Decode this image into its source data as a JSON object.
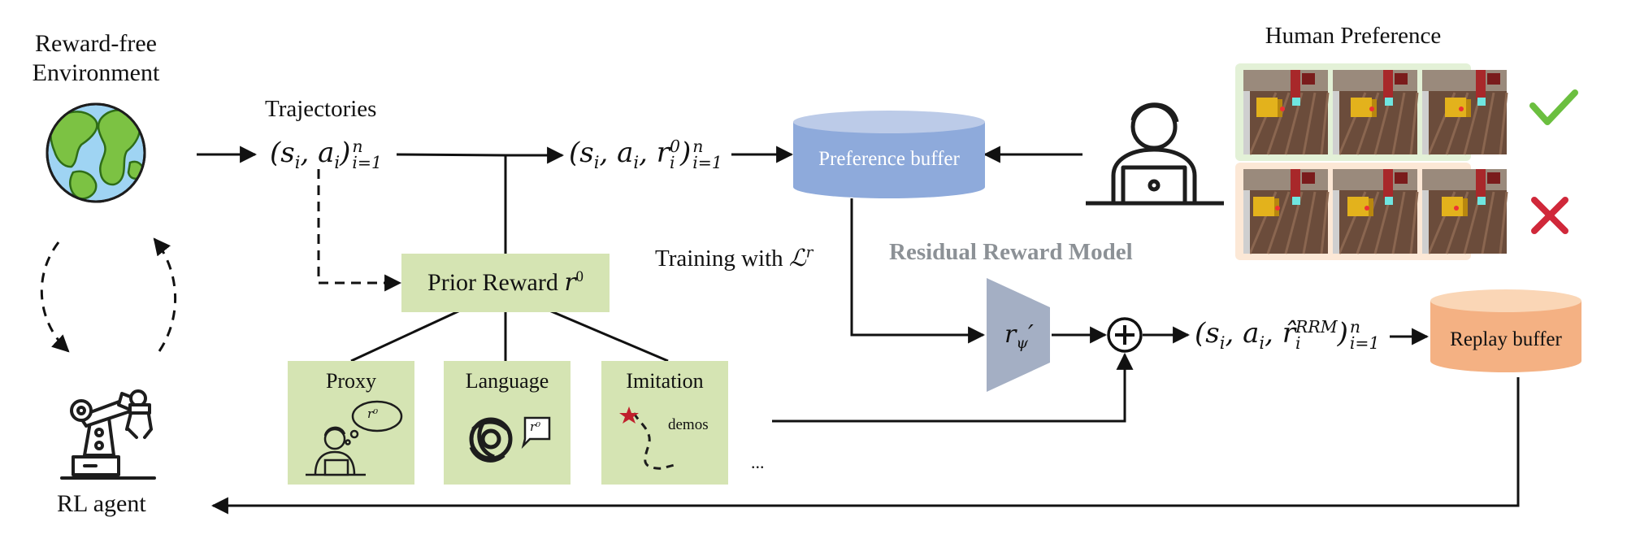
{
  "environment": {
    "label_line1": "Reward-free",
    "label_line2": "Environment"
  },
  "agent": {
    "label": "RL agent"
  },
  "trajectories": {
    "label": "Trajectories"
  },
  "prior_reward": {
    "label": "Prior Reward",
    "symbol": "r",
    "symbol_sup": "0"
  },
  "sources": [
    {
      "label": "Proxy",
      "icon": "thinking-person-icon",
      "bubble": "r⁰"
    },
    {
      "label": "Language",
      "icon": "openai-logo-icon",
      "bubble": "r⁰"
    },
    {
      "label": "Imitation",
      "icon": "demo-path-icon",
      "note": "demos"
    }
  ],
  "ellipsis": "...",
  "preference_buffer": {
    "label": "Preference buffer"
  },
  "replay_buffer": {
    "label": "Replay buffer"
  },
  "human_preference": {
    "title": "Human Preference",
    "rows": [
      {
        "verdict": "check-icon",
        "color": "#e3f1d7"
      },
      {
        "verdict": "cross-icon",
        "color": "#fce8d6"
      }
    ]
  },
  "training": {
    "label": "Training with",
    "loss": "ℒ",
    "loss_sup": "r"
  },
  "residual_model": {
    "title": "Residual Reward Model",
    "symbol": "r",
    "symbol_sub": "ψ",
    "prime": "′"
  },
  "colors": {
    "pref_buffer": "#8eaadb",
    "replay_buffer": "#f4b183",
    "prior_box": "#d5e4b3",
    "residual_trapezoid": "#a4afc4",
    "accept": "#6bbf3f",
    "reject": "#d0283a"
  },
  "math": {
    "traj": {
      "base": "(s",
      "i1": "i",
      "mid": ", a",
      "i2": "i",
      "close": ")",
      "sup": "n",
      "sub": "i=1"
    },
    "traj_r0": {
      "base": "(s",
      "i1": "i",
      "mid1": ", a",
      "i2": "i",
      "mid2": ", r",
      "i3": "i",
      "sup3": "0",
      "close": ")",
      "sup": "n",
      "sub": "i=1"
    },
    "traj_rrm": {
      "base": "(s",
      "i1": "i",
      "mid1": ", a",
      "i2": "i",
      "mid2": ", r̂",
      "i3": "i",
      "sup3": "RRM",
      "close": ")",
      "sup": "n",
      "sub": "i=1"
    }
  }
}
